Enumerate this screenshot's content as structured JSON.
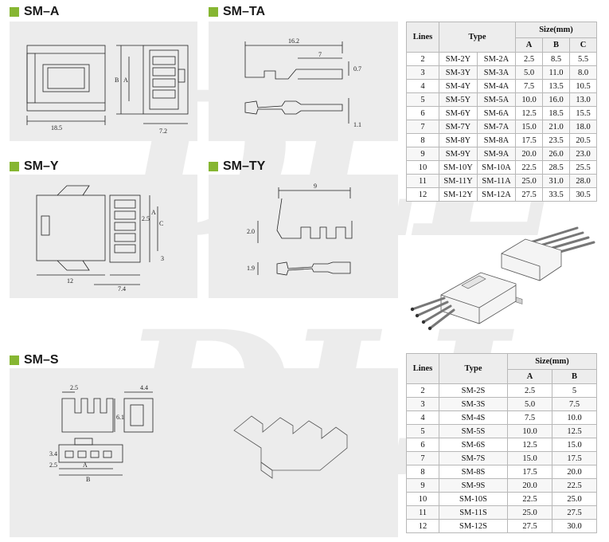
{
  "watermark": "DLL",
  "sections": {
    "sm_a": "SM–A",
    "sm_ta": "SM–TA",
    "sm_y": "SM–Y",
    "sm_ty": "SM–TY",
    "sm_s": "SM–S"
  },
  "dims": {
    "sm_a": {
      "width": "18.5",
      "depth": "7.2",
      "b": "B",
      "a": "A"
    },
    "sm_ta": {
      "length": "16.2",
      "inner": "7",
      "height": "0.7",
      "w": "1.1"
    },
    "sm_y": {
      "width": "12",
      "depth": "7.4",
      "pitch": "2.5",
      "a": "A",
      "c": "C",
      "h": "3"
    },
    "sm_ty": {
      "length": "9",
      "height": "2.0",
      "w": "1.9"
    },
    "sm_s": {
      "pitch": "2.5",
      "depth": "4.4",
      "height": "6.1",
      "h": "3.4",
      "pitch2": "2.5",
      "a": "A",
      "b": "B"
    }
  },
  "table1": {
    "headers": {
      "lines": "Lines",
      "type": "Type",
      "size": "Size(mm)",
      "a": "A",
      "b": "B",
      "c": "C"
    },
    "rows": [
      [
        "2",
        "SM-2Y",
        "SM-2A",
        "2.5",
        "8.5",
        "5.5"
      ],
      [
        "3",
        "SM-3Y",
        "SM-3A",
        "5.0",
        "11.0",
        "8.0"
      ],
      [
        "4",
        "SM-4Y",
        "SM-4A",
        "7.5",
        "13.5",
        "10.5"
      ],
      [
        "5",
        "SM-5Y",
        "SM-5A",
        "10.0",
        "16.0",
        "13.0"
      ],
      [
        "6",
        "SM-6Y",
        "SM-6A",
        "12.5",
        "18.5",
        "15.5"
      ],
      [
        "7",
        "SM-7Y",
        "SM-7A",
        "15.0",
        "21.0",
        "18.0"
      ],
      [
        "8",
        "SM-8Y",
        "SM-8A",
        "17.5",
        "23.5",
        "20.5"
      ],
      [
        "9",
        "SM-9Y",
        "SM-9A",
        "20.0",
        "26.0",
        "23.0"
      ],
      [
        "10",
        "SM-10Y",
        "SM-10A",
        "22.5",
        "28.5",
        "25.5"
      ],
      [
        "11",
        "SM-11Y",
        "SM-11A",
        "25.0",
        "31.0",
        "28.0"
      ],
      [
        "12",
        "SM-12Y",
        "SM-12A",
        "27.5",
        "33.5",
        "30.5"
      ]
    ]
  },
  "table2": {
    "headers": {
      "lines": "Lines",
      "type": "Type",
      "size": "Size(mm)",
      "a": "A",
      "b": "B"
    },
    "rows": [
      [
        "2",
        "SM-2S",
        "2.5",
        "5"
      ],
      [
        "3",
        "SM-3S",
        "5.0",
        "7.5"
      ],
      [
        "4",
        "SM-4S",
        "7.5",
        "10.0"
      ],
      [
        "5",
        "SM-5S",
        "10.0",
        "12.5"
      ],
      [
        "6",
        "SM-6S",
        "12.5",
        "15.0"
      ],
      [
        "7",
        "SM-7S",
        "15.0",
        "17.5"
      ],
      [
        "8",
        "SM-8S",
        "17.5",
        "20.0"
      ],
      [
        "9",
        "SM-9S",
        "20.0",
        "22.5"
      ],
      [
        "10",
        "SM-10S",
        "22.5",
        "25.0"
      ],
      [
        "11",
        "SM-11S",
        "25.0",
        "27.5"
      ],
      [
        "12",
        "SM-12S",
        "27.5",
        "30.0"
      ]
    ]
  },
  "colors": {
    "accent": "#86b632",
    "panel": "#ececec",
    "header": "#ededed"
  }
}
